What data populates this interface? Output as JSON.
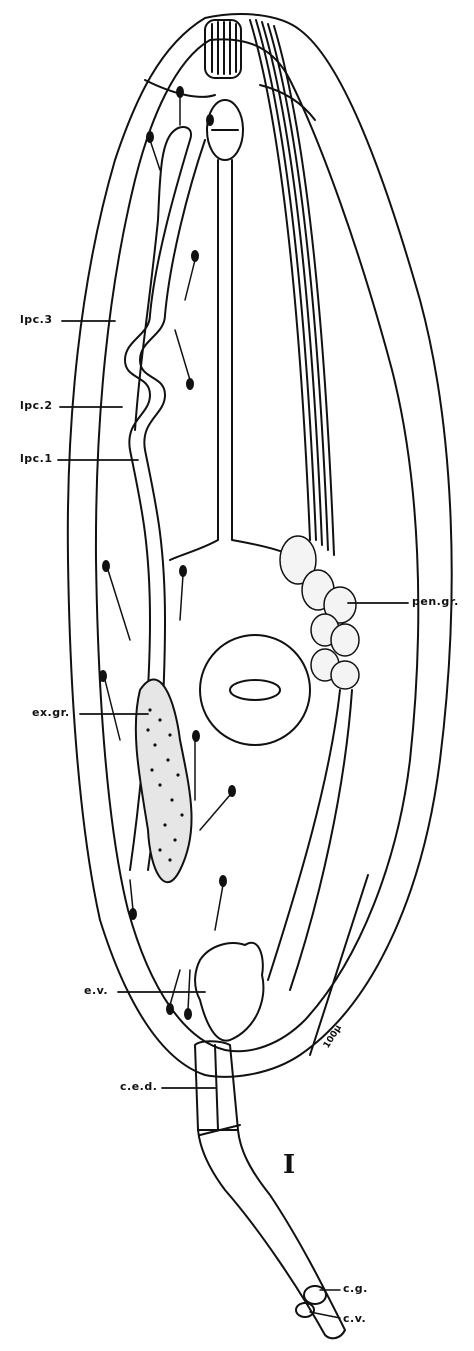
{
  "labels": {
    "lpc3": "lpc.3",
    "lpc2": "lpc.2",
    "lpc1": "lpc.1",
    "exgr": "ex.gr.",
    "ev": "e.v.",
    "ced": "c.e.d.",
    "pengr": "pen.gr.",
    "cg": "c.g.",
    "cv": "c.v."
  },
  "scale_bar": "100μ",
  "figure_number": "I"
}
